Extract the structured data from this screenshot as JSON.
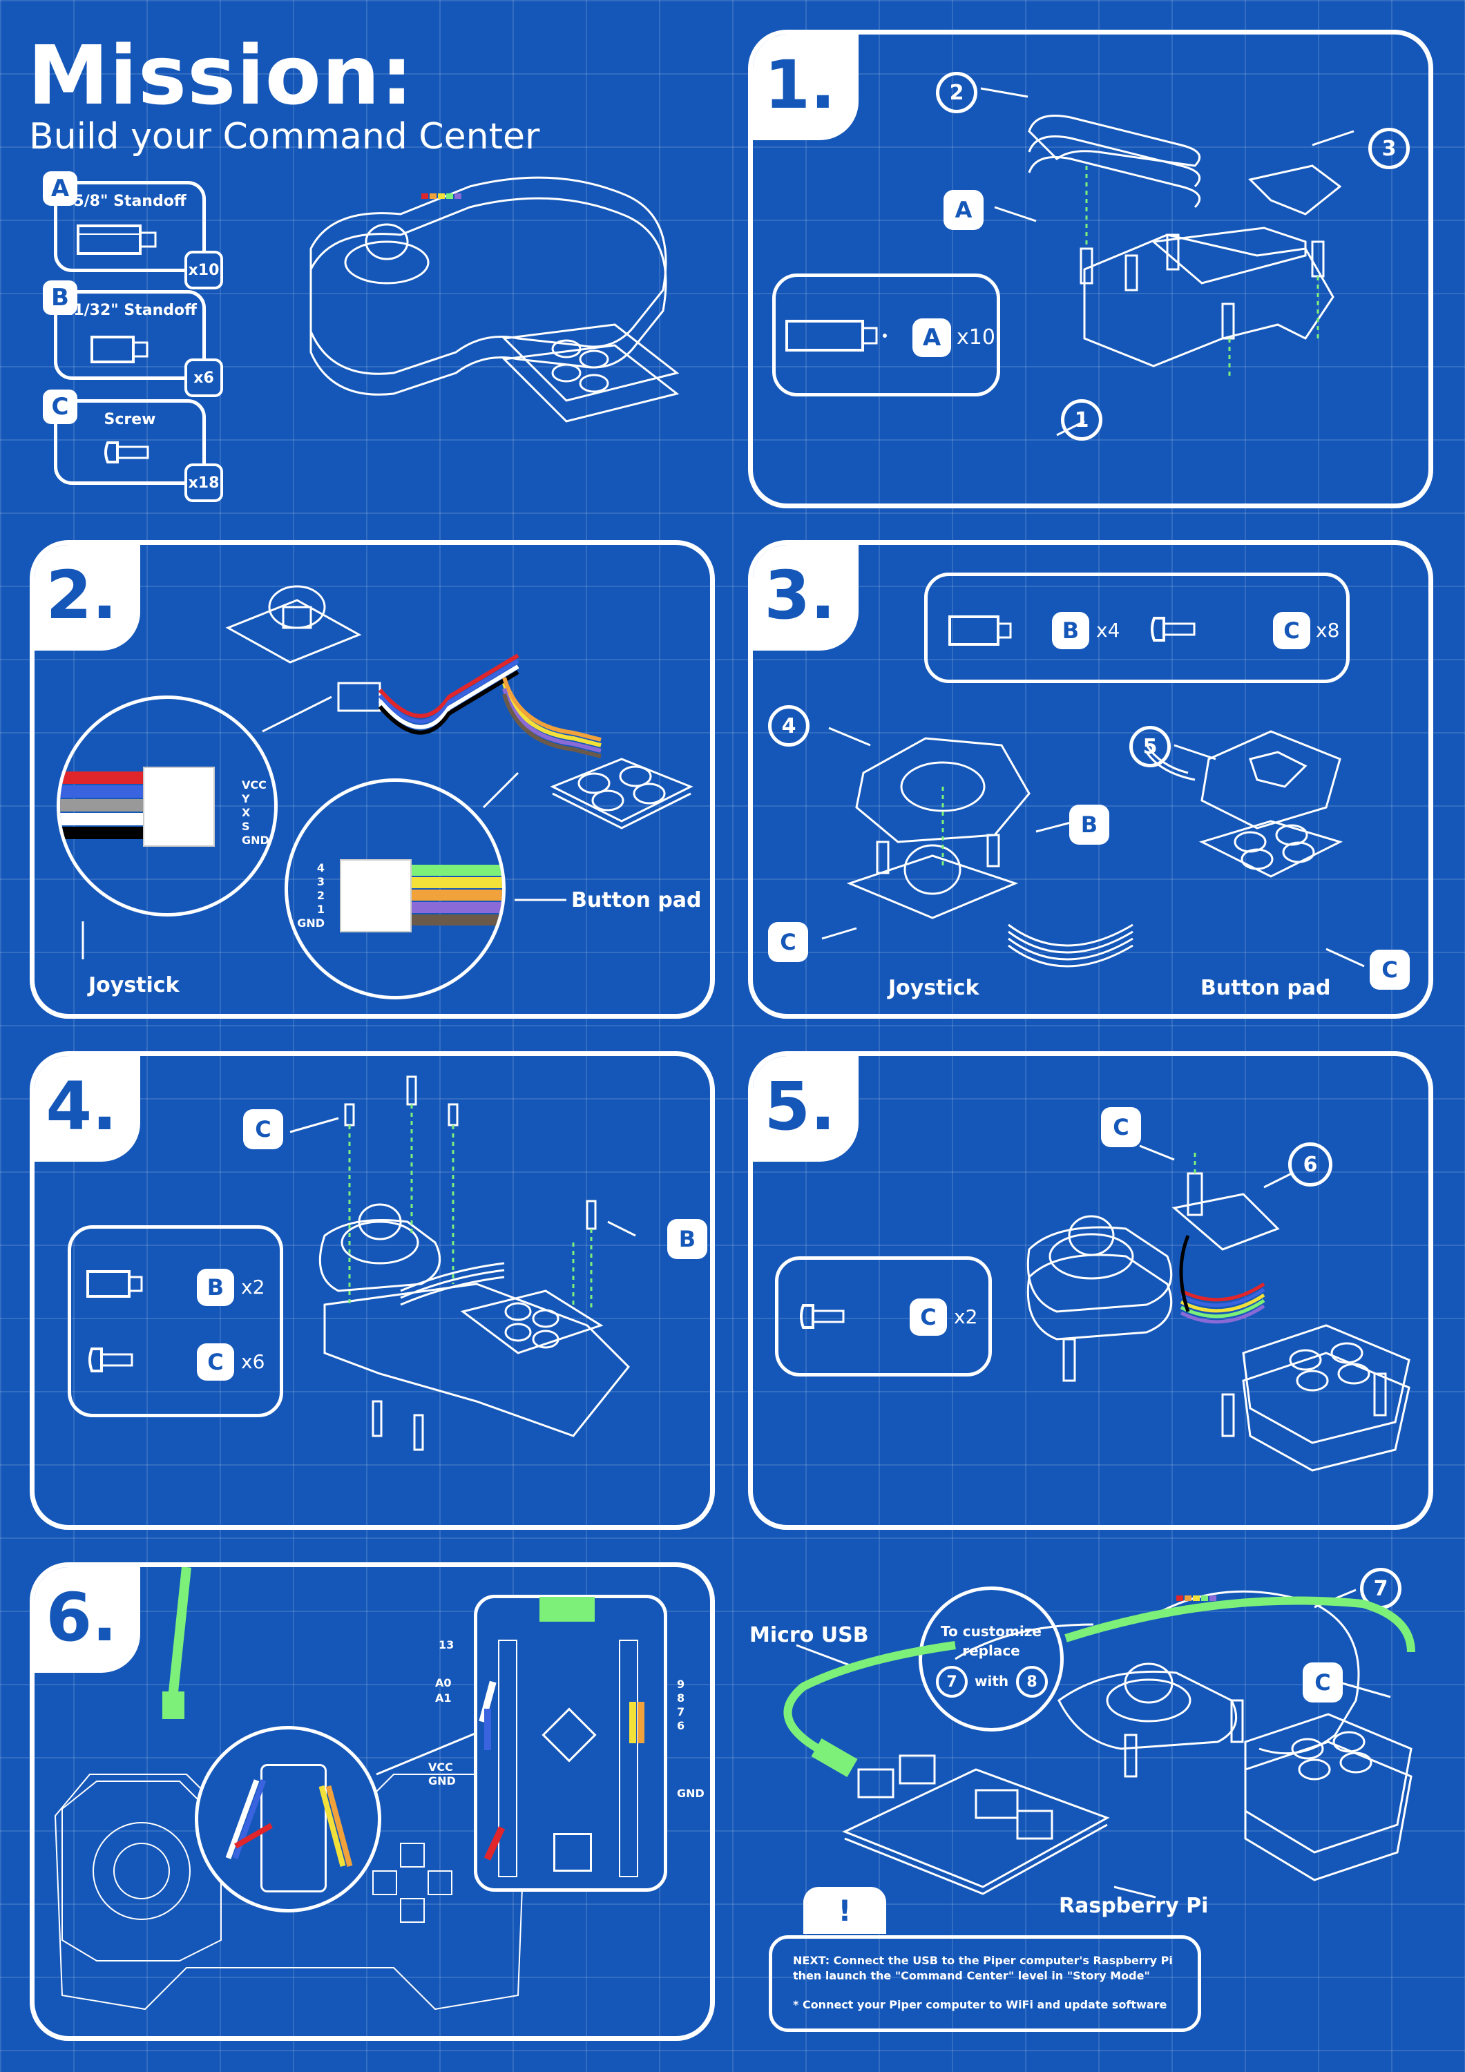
{
  "colors": {
    "background": "#1557b8",
    "line": "#ffffff",
    "green": "#7df07a",
    "wire_red": "#e0262b",
    "wire_blue": "#3a63e0",
    "wire_yellow": "#f3e13a",
    "wire_orange": "#f2a23a",
    "wire_purple": "#8a6ad6",
    "wire_brown": "#6b5a4a"
  },
  "header": {
    "title": "Mission:",
    "subtitle": "Build your Command Center"
  },
  "parts": [
    {
      "letter": "A",
      "name": "5/8\" Standoff",
      "qty": "x10"
    },
    {
      "letter": "B",
      "name": "11/32\" Standoff",
      "qty": "x6"
    },
    {
      "letter": "C",
      "name": "Screw",
      "qty": "x18"
    }
  ],
  "step1": {
    "number": "1.",
    "legend_letter": "A",
    "legend_qty": "x10",
    "callouts": [
      "2",
      "3",
      "A",
      "1"
    ]
  },
  "step2": {
    "number": "2.",
    "joystick_pins": [
      "VCC",
      "Y",
      "X",
      "S",
      "GND"
    ],
    "button_pins": [
      "4",
      "3",
      "2",
      "1",
      "GND"
    ],
    "label_joystick": "Joystick",
    "label_button_pad": "Button pad"
  },
  "step3": {
    "number": "3.",
    "legend": [
      {
        "letter": "B",
        "qty": "x4"
      },
      {
        "letter": "C",
        "qty": "x8"
      }
    ],
    "callouts": [
      "4",
      "5",
      "B",
      "C",
      "C"
    ],
    "label_joystick": "Joystick",
    "label_button_pad": "Button pad"
  },
  "step4": {
    "number": "4.",
    "legend": [
      {
        "letter": "B",
        "qty": "x2"
      },
      {
        "letter": "C",
        "qty": "x6"
      }
    ],
    "callouts": [
      "C",
      "B"
    ]
  },
  "step5": {
    "number": "5.",
    "legend": [
      {
        "letter": "C",
        "qty": "x2"
      }
    ],
    "callouts": [
      "C",
      "6"
    ]
  },
  "step6": {
    "number": "6.",
    "left_pins": [
      "13",
      "A0",
      "A1",
      "VCC",
      "GND"
    ],
    "right_pins": [
      "9",
      "8",
      "7",
      "6",
      "GND"
    ]
  },
  "final": {
    "micro_usb": "Micro USB",
    "customize_line1": "To customize",
    "customize_line2": "replace",
    "customize_7": "7",
    "customize_with": "with",
    "customize_8": "8",
    "callout_7": "7",
    "callout_c": "C",
    "raspberry_pi": "Raspberry Pi",
    "note_icon": "!",
    "note_line1": "NEXT: Connect the USB to the Piper computer's Raspberry Pi",
    "note_line2": "then launch the \"Command Center\" level in \"Story Mode\"",
    "note_line3": "* Connect your Piper computer to WiFi and update software"
  }
}
